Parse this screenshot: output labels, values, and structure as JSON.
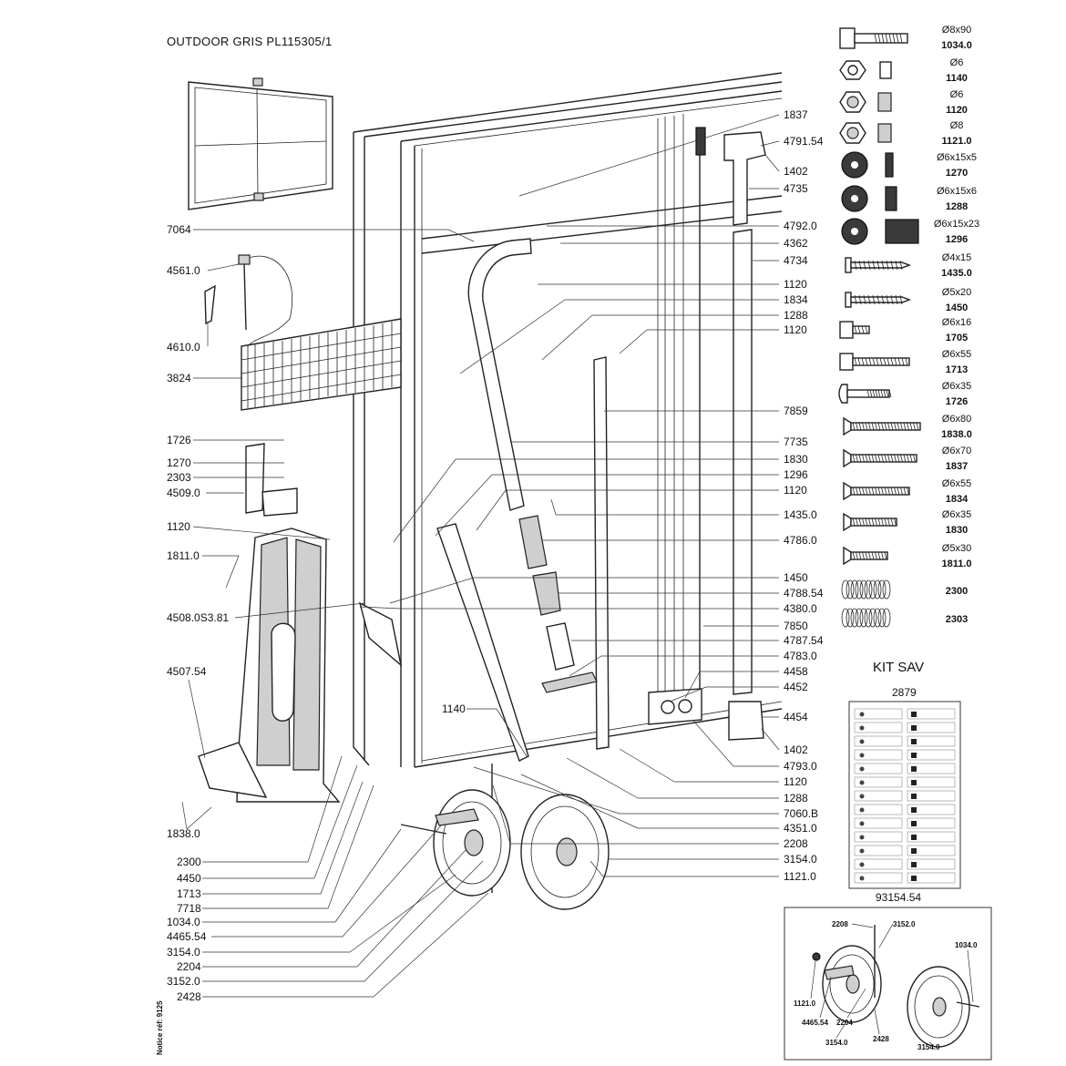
{
  "header": {
    "title": "OUTDOOR  GRIS  PL115305/1",
    "footer_ref": "Notice réf: 9125"
  },
  "callouts_left": [
    {
      "id": "7064"
    },
    {
      "id": "4561.0"
    },
    {
      "id": "4610.0"
    },
    {
      "id": "3824"
    },
    {
      "id": "1726"
    },
    {
      "id": "1270"
    },
    {
      "id": "2303"
    },
    {
      "id": "4509.0"
    },
    {
      "id": "1120"
    },
    {
      "id": "1811.0"
    },
    {
      "id": "4508.0S3.81"
    },
    {
      "id": "4507.54"
    },
    {
      "id": "1838.0"
    },
    {
      "id": "2300"
    },
    {
      "id": "4450"
    },
    {
      "id": "1713"
    },
    {
      "id": "7718"
    },
    {
      "id": "1034.0"
    },
    {
      "id": "4465.54"
    },
    {
      "id": "3154.0"
    },
    {
      "id": "2204"
    },
    {
      "id": "3152.0"
    },
    {
      "id": "2428"
    },
    {
      "id": "1140"
    }
  ],
  "callouts_right": [
    {
      "id": "1837"
    },
    {
      "id": "4791.54"
    },
    {
      "id": "1402"
    },
    {
      "id": "4735"
    },
    {
      "id": "4792.0"
    },
    {
      "id": "4362"
    },
    {
      "id": "4734"
    },
    {
      "id": "1120"
    },
    {
      "id": "1834"
    },
    {
      "id": "1288"
    },
    {
      "id": "1120"
    },
    {
      "id": "7859"
    },
    {
      "id": "7735"
    },
    {
      "id": "1830"
    },
    {
      "id": "1296"
    },
    {
      "id": "1120"
    },
    {
      "id": "1435.0"
    },
    {
      "id": "4786.0"
    },
    {
      "id": "1450"
    },
    {
      "id": "4788.54"
    },
    {
      "id": "4380.0"
    },
    {
      "id": "7850"
    },
    {
      "id": "4787.54"
    },
    {
      "id": "4783.0"
    },
    {
      "id": "4458"
    },
    {
      "id": "4452"
    },
    {
      "id": "4454"
    },
    {
      "id": "1402"
    },
    {
      "id": "4793.0"
    },
    {
      "id": "1120"
    },
    {
      "id": "1288"
    },
    {
      "id": "7060.B"
    },
    {
      "id": "4351.0"
    },
    {
      "id": "2208"
    },
    {
      "id": "3154.0"
    },
    {
      "id": "1121.0"
    }
  ],
  "hardware": [
    {
      "icon": "bolt-hex-icon",
      "size": "Ø8x90",
      "ref": "1034.0"
    },
    {
      "icon": "hex-nut-icon",
      "size": "Ø6",
      "ref": "1140"
    },
    {
      "icon": "lock-nut-icon",
      "size": "Ø6",
      "ref": "1120"
    },
    {
      "icon": "lock-nut-icon",
      "size": "Ø8",
      "ref": "1121.0"
    },
    {
      "icon": "washer-icon",
      "size": "Ø6x15x5",
      "ref": "1270"
    },
    {
      "icon": "washer-icon",
      "size": "Ø6x15x6",
      "ref": "1288"
    },
    {
      "icon": "washer-icon",
      "size": "Ø6x15x23",
      "ref": "1296"
    },
    {
      "icon": "wood-screw-icon",
      "size": "Ø4x15",
      "ref": "1435.0"
    },
    {
      "icon": "wood-screw-icon",
      "size": "Ø5x20",
      "ref": "1450"
    },
    {
      "icon": "hex-bolt-icon",
      "size": "Ø6x16",
      "ref": "1705"
    },
    {
      "icon": "hex-bolt-icon",
      "size": "Ø6x55",
      "ref": "1713"
    },
    {
      "icon": "carriage-bolt-icon",
      "size": "Ø6x35",
      "ref": "1726"
    },
    {
      "icon": "countersunk-bolt-icon",
      "size": "Ø6x80",
      "ref": "1838.0"
    },
    {
      "icon": "countersunk-bolt-icon",
      "size": "Ø6x70",
      "ref": "1837"
    },
    {
      "icon": "countersunk-bolt-icon",
      "size": "Ø6x55",
      "ref": "1834"
    },
    {
      "icon": "countersunk-bolt-icon",
      "size": "Ø6x35",
      "ref": "1830"
    },
    {
      "icon": "countersunk-bolt-icon",
      "size": "Ø5x30",
      "ref": "1811.0"
    },
    {
      "icon": "spring-icon",
      "size": "",
      "ref": "2300"
    },
    {
      "icon": "spring-icon",
      "size": "",
      "ref": "2303"
    }
  ],
  "kit": {
    "title": "KIT SAV",
    "kit_ref": "2879",
    "wheel_kit_ref": "93154.54",
    "inset_labels": [
      "2208",
      "3152.0",
      "1034.0",
      "1121.0",
      "4465.54",
      "2204",
      "2428",
      "3154.0",
      "3154.0"
    ]
  }
}
